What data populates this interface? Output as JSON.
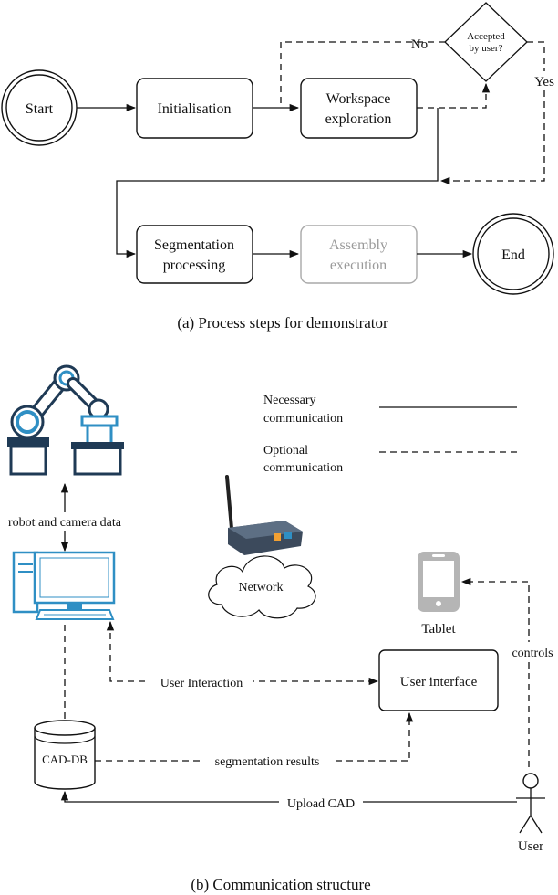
{
  "process": {
    "start": "Start",
    "initialisation": "Initialisation",
    "workspace_line1": "Workspace",
    "workspace_line2": "exploration",
    "decision_line1": "Accepted",
    "decision_line2": "by user?",
    "no_label": "No",
    "yes_label": "Yes",
    "segmentation_line1": "Segmentation",
    "segmentation_line2": "processing",
    "assembly_line1": "Assembly",
    "assembly_line2": "execution",
    "end": "End",
    "caption": "(a)  Process steps for demonstrator"
  },
  "comm": {
    "legend_necessary_line1": "Necessary",
    "legend_necessary_line2": "communication",
    "legend_optional_line1": "Optional",
    "legend_optional_line2": "communication",
    "robot_camera_data": "robot and camera data",
    "network": "Network",
    "tablet": "Tablet",
    "controls": "controls",
    "user_interaction": "User Interaction",
    "user_interface": "User interface",
    "cad_db": "CAD-DB",
    "segmentation_results": "segmentation results",
    "upload_cad": "Upload CAD",
    "user": "User",
    "caption": "(b)  Communication structure"
  },
  "colors": {
    "line": "#111111",
    "inactive": "#a9a9a9",
    "robot_blue": "#2f8fc4",
    "robot_navy": "#1f3a55",
    "tablet_gray": "#b5b5b5"
  }
}
